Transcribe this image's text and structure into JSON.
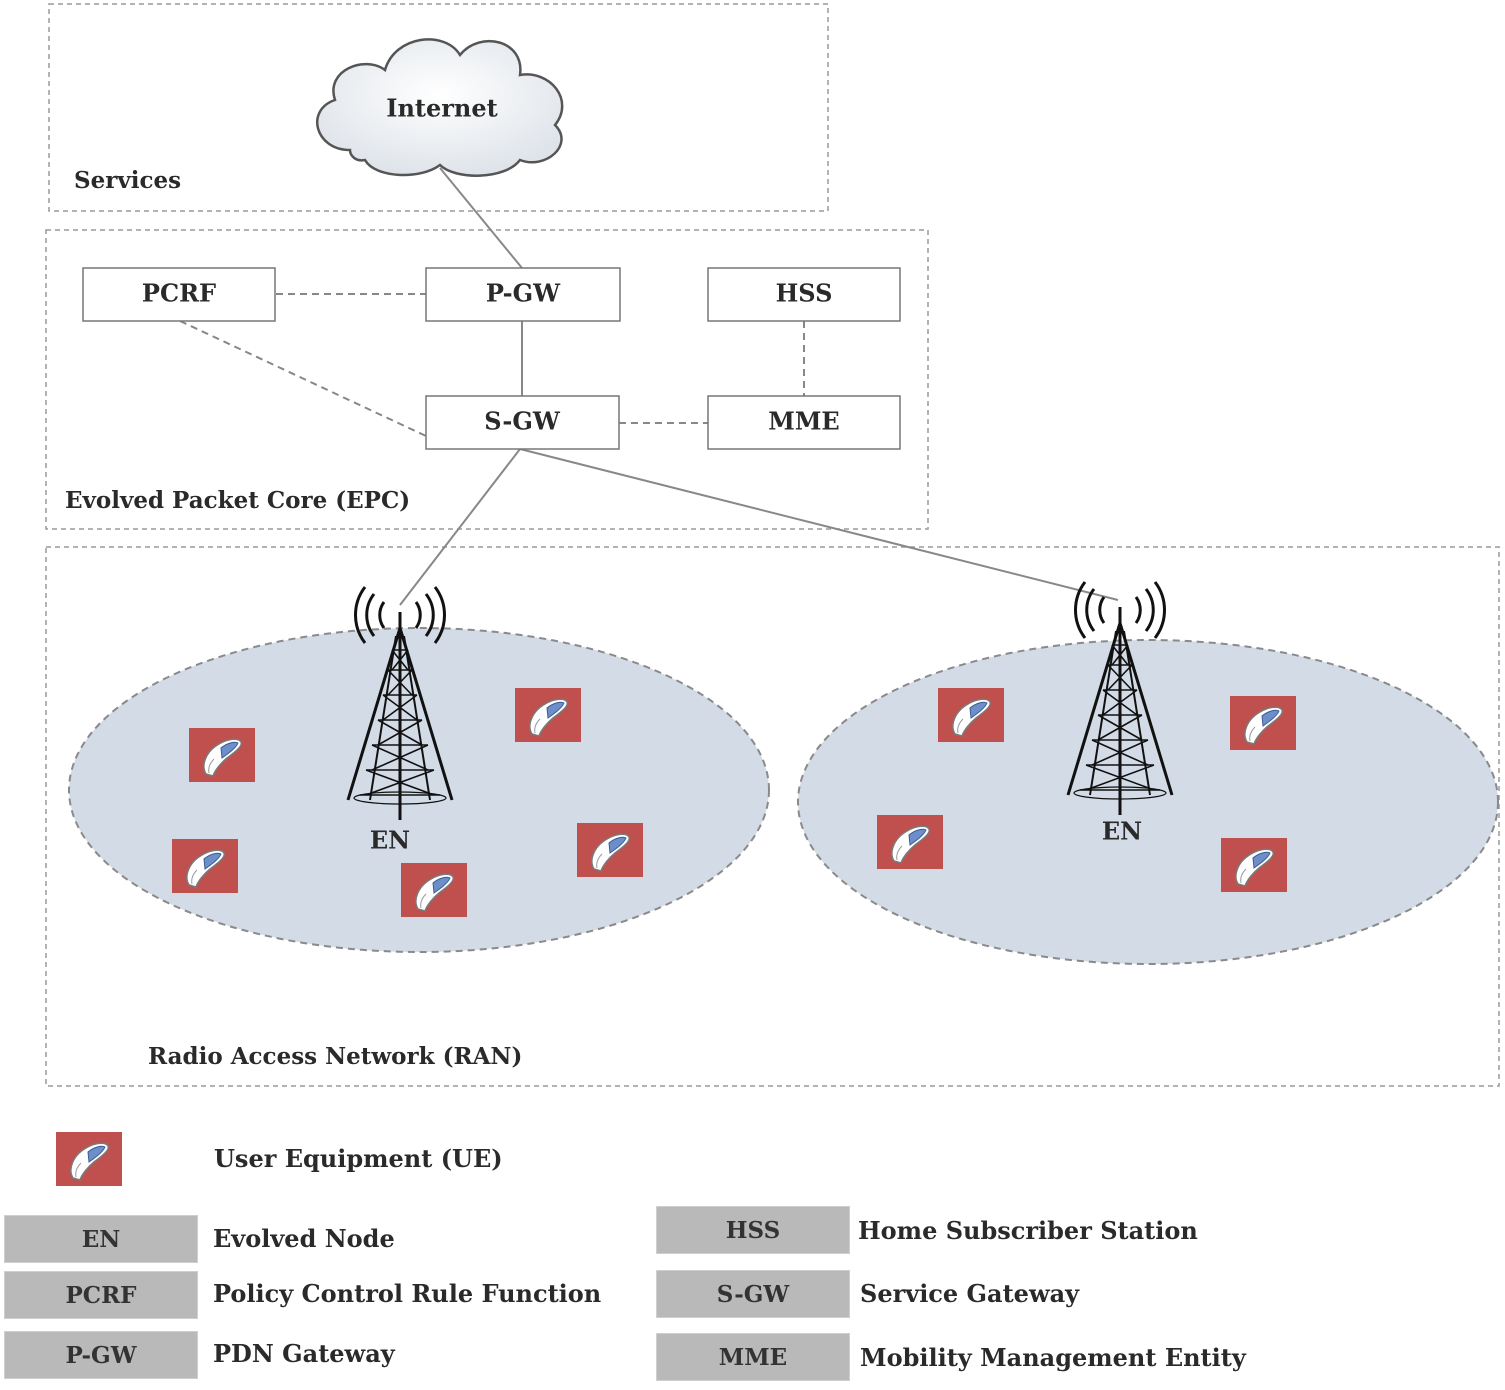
{
  "regions": {
    "services": "Services",
    "epc": "Evolved Packet Core (EPC)",
    "ran": "Radio Access Network (RAN)"
  },
  "cloud": "Internet",
  "nodes": {
    "pcrf": "PCRF",
    "pgw": "P-GW",
    "hss": "HSS",
    "sgw": "S-GW",
    "mme": "MME"
  },
  "towers": [
    "EN",
    "EN"
  ],
  "legend": {
    "ue": "User Equipment (UE)",
    "left": [
      {
        "key": "EN",
        "desc": "Evolved Node"
      },
      {
        "key": "PCRF",
        "desc": "Policy Control Rule Function"
      },
      {
        "key": "P-GW",
        "desc": "PDN Gateway"
      }
    ],
    "right": [
      {
        "key": "HSS",
        "desc": "Home Subscriber Station"
      },
      {
        "key": "S-GW",
        "desc": "Service Gateway"
      },
      {
        "key": "MME",
        "desc": "Mobility Management Entity"
      }
    ]
  },
  "colors": {
    "ue_red": "#c0504d",
    "cell_fill": "#d3dbe6",
    "legend_key": "#b9b9b9"
  }
}
